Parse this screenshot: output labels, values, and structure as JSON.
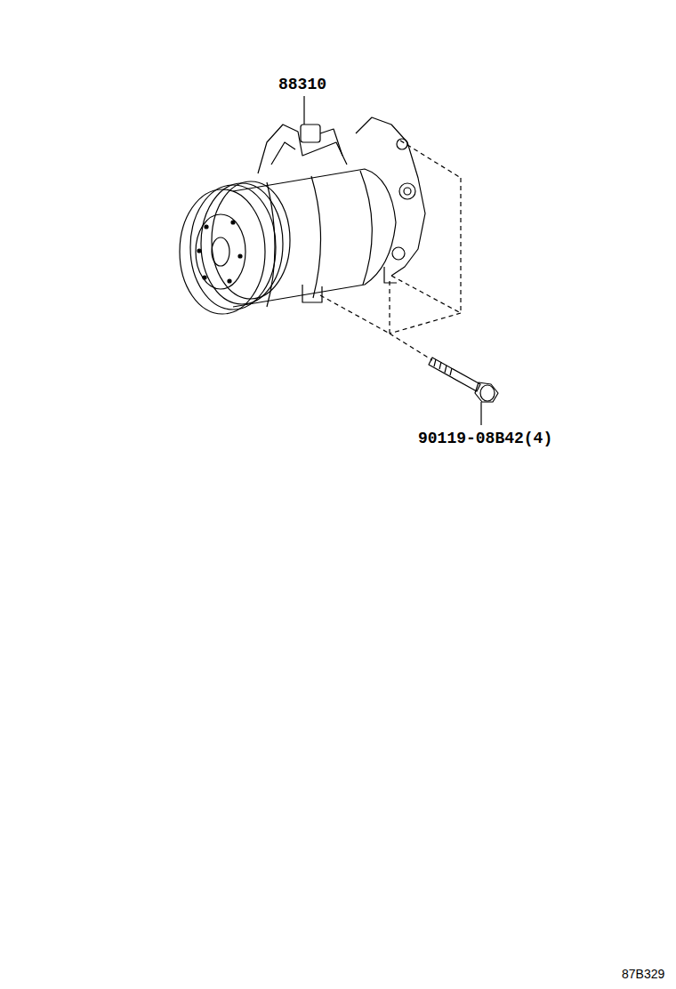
{
  "diagram": {
    "labels": [
      "88310",
      "90119-08B42(4)",
      "87B329"
    ]
  }
}
